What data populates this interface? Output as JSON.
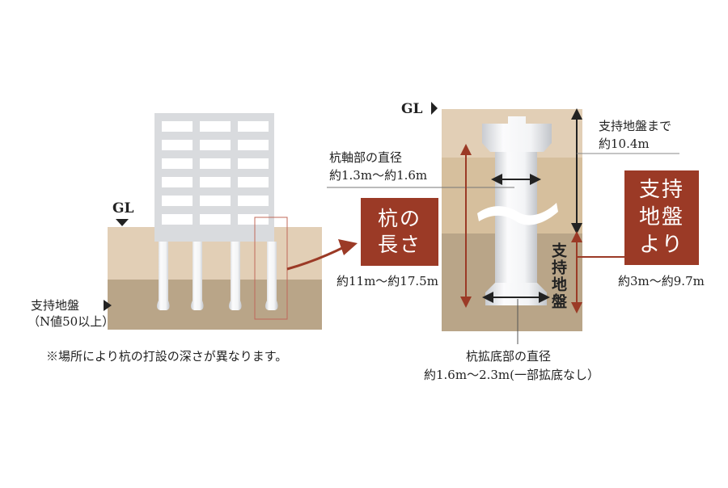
{
  "left_diagram": {
    "gl_label": "GL",
    "bearing_layer_label": "支持地盤",
    "bearing_layer_sub": "（N値50以上）",
    "note": "※場所により杭の打設の深さが異なります。"
  },
  "right_diagram": {
    "gl_label": "GL",
    "shaft_diameter_title": "杭軸部の直径",
    "shaft_diameter_value": "約1.3m～約1.6m",
    "pile_length_callout_1": "杭の",
    "pile_length_callout_2": "長さ",
    "pile_length_value": "約11m～約17.5m",
    "to_bearing_title": "支持地盤まで",
    "to_bearing_value": "約10.4m",
    "bearing_callout_1": "支持",
    "bearing_callout_2": "地盤",
    "bearing_callout_3": "より",
    "bearing_depth_value": "約3m～約9.7m",
    "bearing_vertical_label": "支持地盤",
    "base_diameter_title": "杭拡底部の直径",
    "base_diameter_value": "約1.6m～2.3m(一部拡底なし）"
  },
  "colors": {
    "accent": "#9b3a26",
    "soil_upper": "#e2cfb6",
    "soil_mid": "#d6bf9d",
    "soil_bearing": "#b9a588",
    "pile": "#f1f2f4",
    "building": "#d9dbde"
  }
}
